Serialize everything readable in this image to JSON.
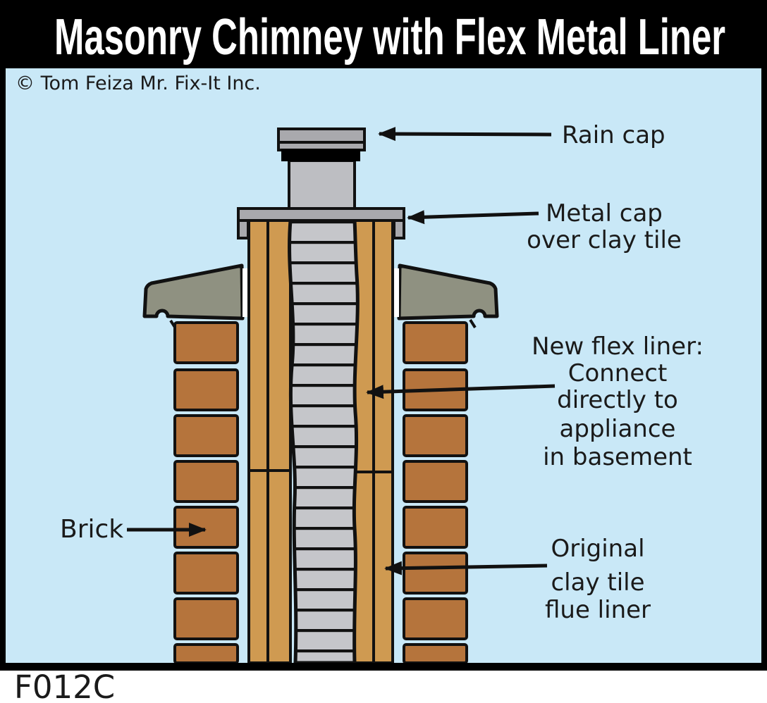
{
  "title": "Masonry Chimney with Flex Metal Liner",
  "copyright": "© Tom Feiza Mr. Fix-It Inc.",
  "figure_code": "F012C",
  "labels": {
    "rain_cap": "Rain cap",
    "metal_cap": {
      "lines": [
        "Metal cap",
        "over clay tile"
      ]
    },
    "flex_liner": {
      "lines": [
        "New flex liner:",
        "Connect",
        "directly to",
        "appliance",
        "in basement"
      ]
    },
    "brick": "Brick",
    "clay_tile": {
      "lines": [
        "Original",
        "clay tile",
        "flue liner"
      ]
    }
  },
  "colors": {
    "background": "#c9e8f7",
    "frame": "#000000",
    "title_text": "#ffffff",
    "label_text": "#1a1a1a",
    "outline": "#111111",
    "brick": "#b5743c",
    "clay_tile": "#cf9a51",
    "flex_liner": "#c5c6ca",
    "metal_cap": "#a9a9ad",
    "collar": "#bdbec2",
    "crown": "#8f9181",
    "gap_white": "#ffffff"
  }
}
